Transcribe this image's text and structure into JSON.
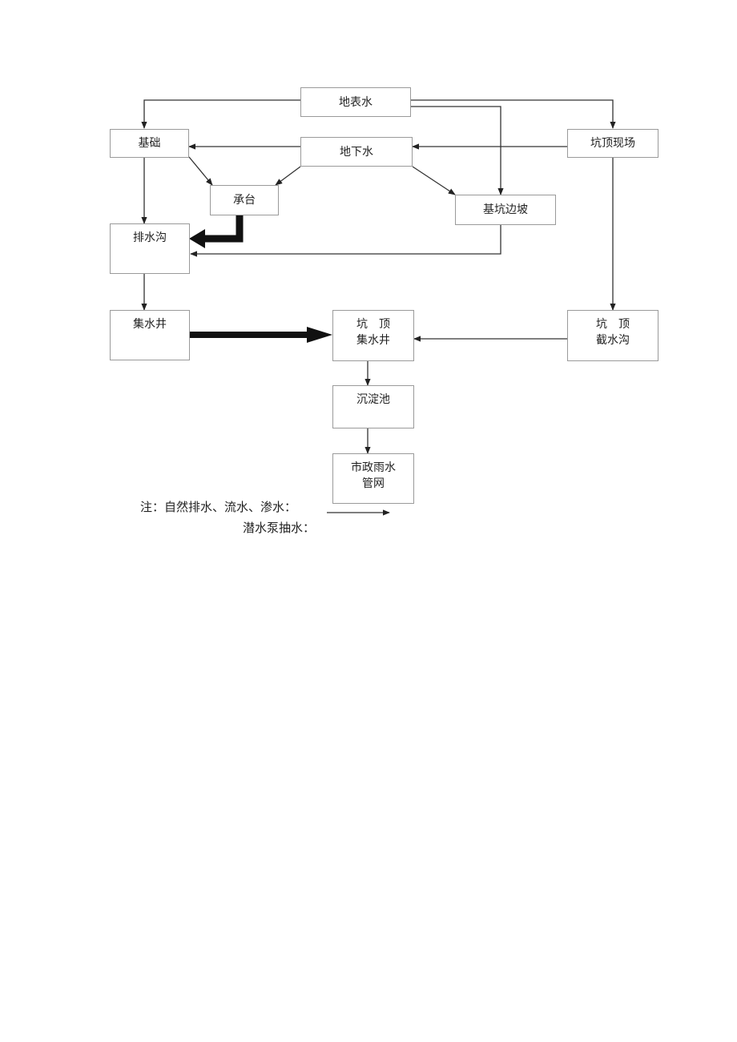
{
  "nodes": {
    "surface_water": "地表水",
    "foundation": "基础",
    "groundwater": "地下水",
    "pit_top_site": "坑顶现场",
    "pile_cap": "承台",
    "pit_slope": "基坑边坡",
    "drain_ditch": "排水沟",
    "sump": "集水井",
    "pit_top_sump": [
      "坑　顶",
      "集水井"
    ],
    "pit_top_cutoff_ditch": [
      "坑　顶",
      "截水沟"
    ],
    "sedimentation_tank": "沉淀池",
    "municipal_storm_sewer": [
      "市政雨水",
      "管网"
    ]
  },
  "legend": {
    "natural": "注：自然排水、流水、渗水：",
    "pump": "潜水泵抽水："
  }
}
